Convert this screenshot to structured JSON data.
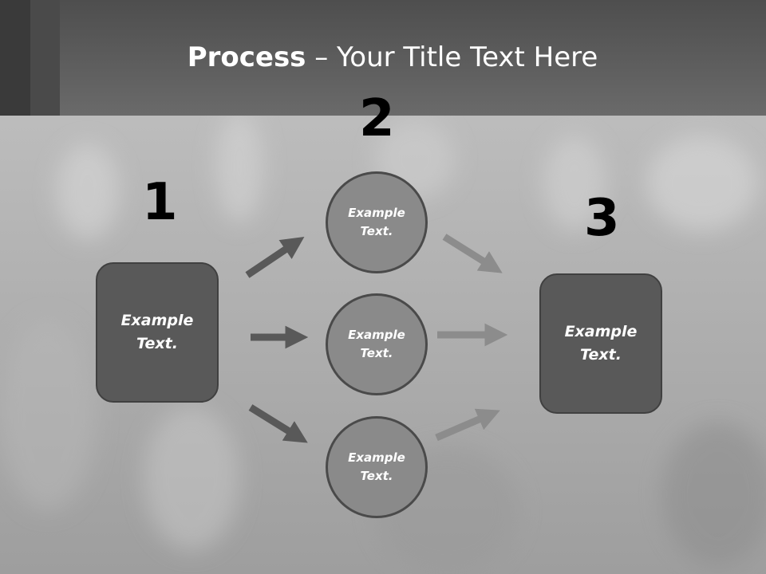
{
  "title": {
    "bold": "Process",
    "rest": " – Your Title Text Here"
  },
  "steps": {
    "one": "1",
    "two": "2",
    "three": "3"
  },
  "boxes": {
    "left": "Example\nText.",
    "right": "Example\nText."
  },
  "circles": {
    "top": "Example\nText.",
    "middle": "Example\nText.",
    "bottom": "Example\nText."
  },
  "colors": {
    "header": "#5a5a5a",
    "box_fill": "#595959",
    "circle_fill": "#8a8a8a",
    "left_arrows": "#595959",
    "right_arrows": "#8c8c8c"
  }
}
